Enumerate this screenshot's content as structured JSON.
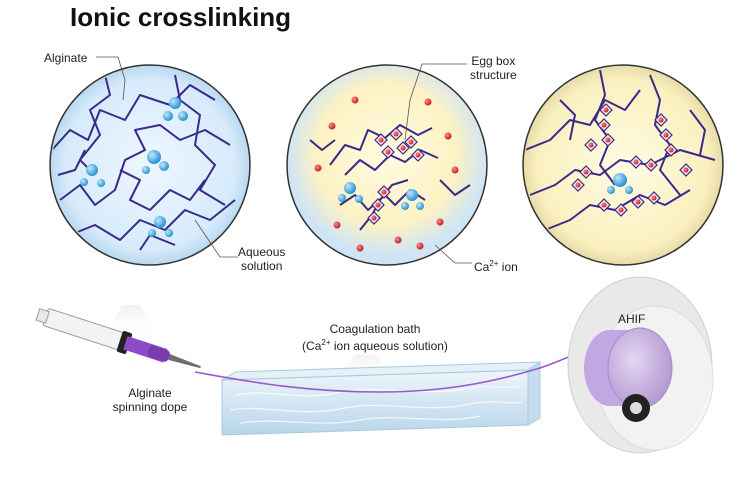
{
  "title": "Ionic crosslinking",
  "labels": {
    "alginate": "Alginate",
    "egg_box_line1": "Egg box",
    "egg_box_line2": "structure",
    "aqueous_line1": "Aqueous",
    "aqueous_line2": "solution",
    "ca_ion_prefix": "Ca",
    "ca_ion_sup": "2+",
    "ca_ion_suffix": " ion",
    "coag_line1": "Coagulation bath",
    "coag_line2_prefix": "(Ca",
    "coag_line2_sup": "2+",
    "coag_line2_suffix": " ion aqueous solution)",
    "ahif": "AHIF",
    "dope_line1": "Alginate",
    "dope_line2": "spinning dope"
  },
  "colors": {
    "chain": "#3a2a8a",
    "bubble": "#4fb3e6",
    "ca_ion": "#d9363e",
    "circle1_fill": "#dcefff",
    "circle2_fill": "#fdf6d6",
    "circle3_fill": "#fbf3c8",
    "fiber": "#9b59c9",
    "bath": "#cfe4f2"
  }
}
